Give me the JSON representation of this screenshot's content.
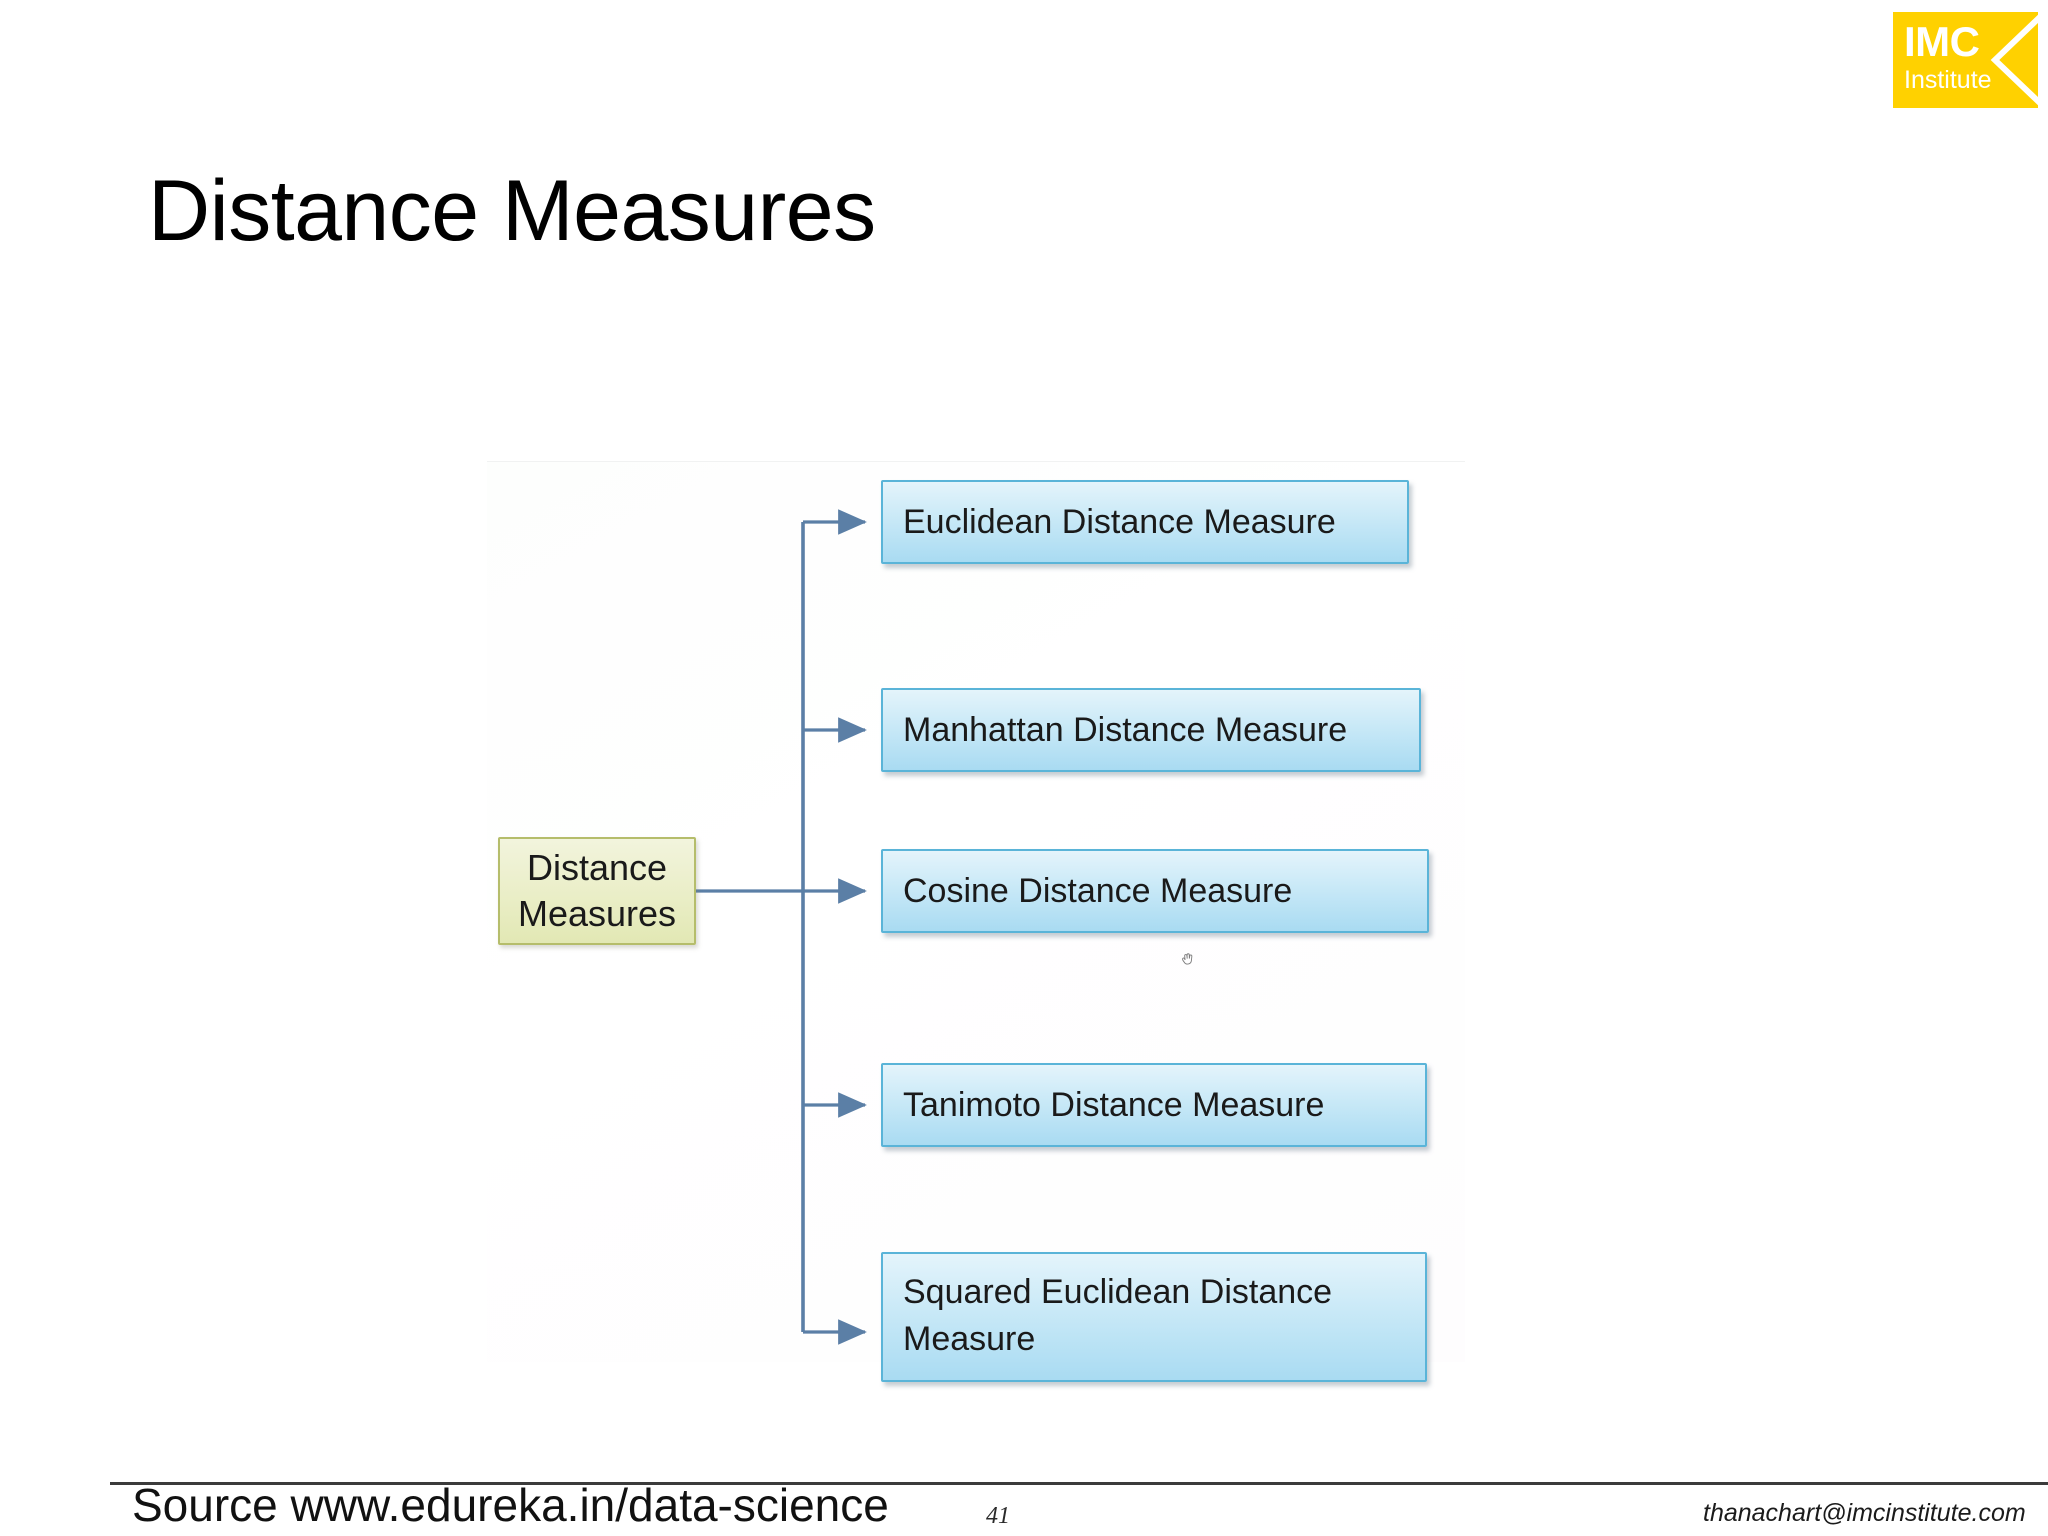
{
  "slide": {
    "title": "Distance Measures",
    "page_number": "41",
    "background_color": "#ffffff"
  },
  "logo": {
    "name": "IMC",
    "subtitle": "Institute",
    "background_color": "#FFD100",
    "text_color": "#ffffff",
    "mark_icon": "imc-chevron-mark-icon"
  },
  "diagram": {
    "type": "tree",
    "root": {
      "label_line1": "Distance",
      "label_line2": "Measures",
      "fill_color": "#eaeec7",
      "border_color": "#b5bd6b"
    },
    "leaf_fill_color": "#c9e9f7",
    "leaf_border_color": "#5ab4d8",
    "connector_color": "#5b7fa6",
    "children": [
      {
        "label": "Euclidean Distance Measure",
        "lines": 1
      },
      {
        "label": "Manhattan Distance Measure",
        "lines": 1
      },
      {
        "label": "Cosine Distance Measure",
        "lines": 1
      },
      {
        "label": "Tanimoto Distance Measure",
        "lines": 1
      },
      {
        "label_line1": "Squared Euclidean Distance",
        "label_line2": "Measure",
        "lines": 2
      }
    ],
    "cursor_icon": "grab-hand-cursor-icon"
  },
  "footer": {
    "source": "Source www.edureka.in/data-science",
    "page": "41",
    "email": "thanachart@imcinstitute.com"
  }
}
